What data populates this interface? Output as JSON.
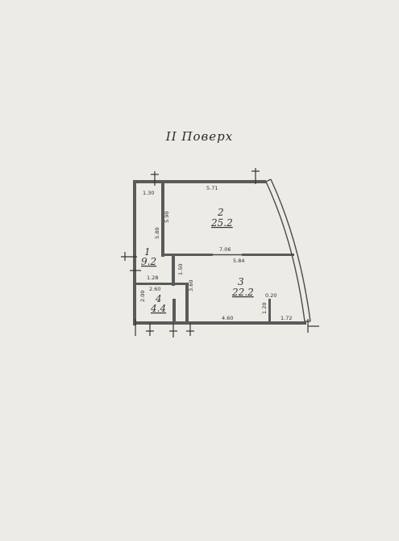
{
  "title": "II Поверх",
  "rooms": [
    {
      "number": "1",
      "area": "9.2"
    },
    {
      "number": "2",
      "area": "25.2"
    },
    {
      "number": "3",
      "area": "22.2"
    },
    {
      "number": "4",
      "area": "4.4"
    }
  ],
  "dimensions": {
    "d_1_30": "1.30",
    "d_5_71": "5.71",
    "d_5_90": "5.90",
    "d_5_80": "5.80",
    "d_7_06": "7.06",
    "d_5_84": "5.84",
    "d_1_28": "1.28",
    "d_1_50": "1.50",
    "d_2_60": "2.60",
    "d_2_00": "2.00",
    "d_3_60": "3.60",
    "d_0_20": "0.20",
    "d_1_20": "1.20",
    "d_4_60": "4.60",
    "d_1_72": "1.72"
  }
}
